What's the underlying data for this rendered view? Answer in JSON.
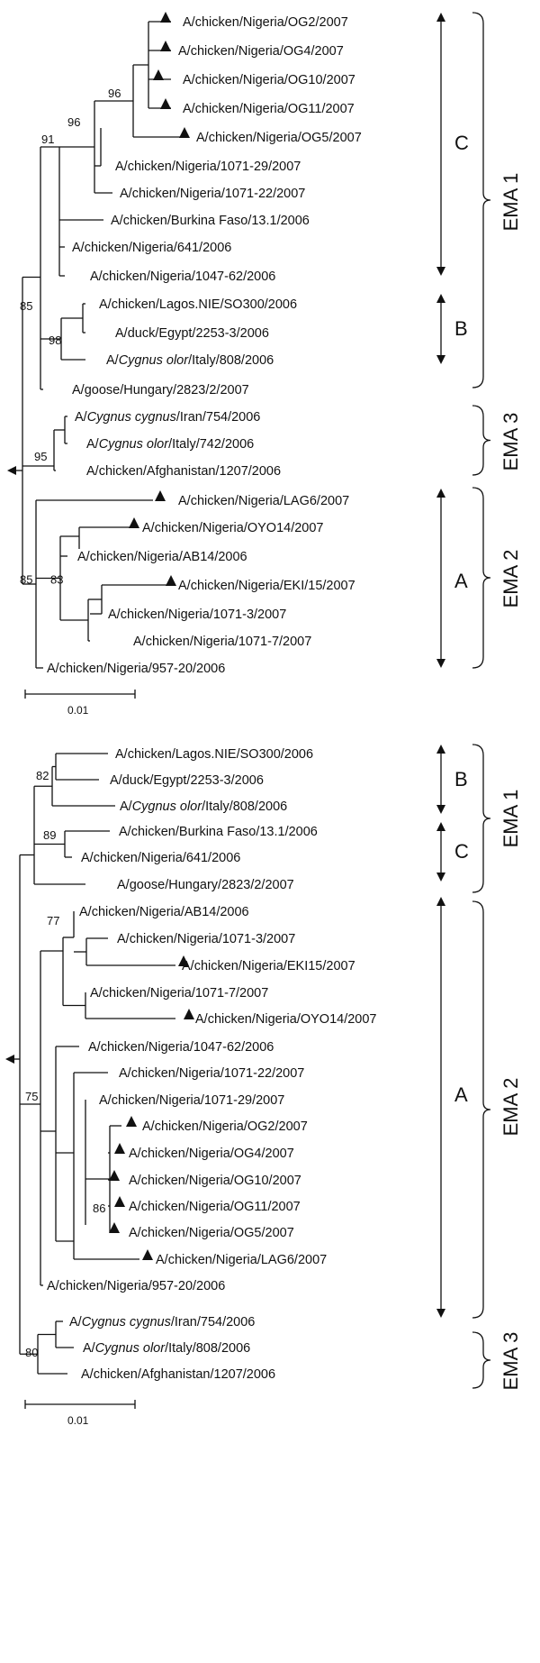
{
  "trees": [
    {
      "id": "top",
      "leaves": [
        {
          "id": "t_og2",
          "marked": true,
          "parts": [
            {
              "t": "A/chicken/Nigeria/OG2/2007"
            }
          ]
        },
        {
          "id": "t_og4",
          "marked": true,
          "parts": [
            {
              "t": "A/chicken/Nigeria/OG4/2007"
            }
          ]
        },
        {
          "id": "t_og10",
          "marked": true,
          "parts": [
            {
              "t": "A/chicken/Nigeria/OG10/2007"
            }
          ]
        },
        {
          "id": "t_og11",
          "marked": true,
          "parts": [
            {
              "t": "A/chicken/Nigeria/OG11/2007"
            }
          ]
        },
        {
          "id": "t_og5",
          "marked": true,
          "parts": [
            {
              "t": "A/chicken/Nigeria/OG5/2007"
            }
          ]
        },
        {
          "id": "t_1071_29",
          "marked": false,
          "parts": [
            {
              "t": "A/chicken/Nigeria/1071-29/2007"
            }
          ]
        },
        {
          "id": "t_1071_22",
          "marked": false,
          "parts": [
            {
              "t": "A/chicken/Nigeria/1071-22/2007"
            }
          ]
        },
        {
          "id": "t_burkina",
          "marked": false,
          "parts": [
            {
              "t": "A/chicken/Burkina Faso/13.1/2006"
            }
          ]
        },
        {
          "id": "t_641",
          "marked": false,
          "parts": [
            {
              "t": "A/chicken/Nigeria/641/2006"
            }
          ]
        },
        {
          "id": "t_1047",
          "marked": false,
          "parts": [
            {
              "t": "A/chicken/Nigeria/1047-62/2006"
            }
          ]
        },
        {
          "id": "t_lagos",
          "marked": false,
          "parts": [
            {
              "t": "A/chicken/Lagos.NIE/SO300/2006"
            }
          ]
        },
        {
          "id": "t_egypt",
          "marked": false,
          "parts": [
            {
              "t": "A/duck/Egypt/2253-3/2006"
            }
          ]
        },
        {
          "id": "t_italy808",
          "marked": false,
          "parts": [
            {
              "t": "A/"
            },
            {
              "t": "Cygnus olor",
              "i": true
            },
            {
              "t": "/Italy/808/2006"
            }
          ]
        },
        {
          "id": "t_hungary",
          "marked": false,
          "parts": [
            {
              "t": "A/goose/Hungary/2823/2/2007"
            }
          ]
        },
        {
          "id": "t_iran",
          "marked": false,
          "parts": [
            {
              "t": "A/"
            },
            {
              "t": "Cygnus cygnus",
              "i": true
            },
            {
              "t": "/Iran/754/2006"
            }
          ]
        },
        {
          "id": "t_italy742",
          "marked": false,
          "parts": [
            {
              "t": "A/"
            },
            {
              "t": "Cygnus olor",
              "i": true
            },
            {
              "t": "/Italy/742/2006"
            }
          ]
        },
        {
          "id": "t_afghan",
          "marked": false,
          "parts": [
            {
              "t": "A/chicken/Afghanistan/1207/2006"
            }
          ]
        },
        {
          "id": "t_lag6",
          "marked": true,
          "parts": [
            {
              "t": "A/chicken/Nigeria/LAG6/2007"
            }
          ]
        },
        {
          "id": "t_oyo14",
          "marked": true,
          "parts": [
            {
              "t": "A/chicken/Nigeria/OYO14/2007"
            }
          ]
        },
        {
          "id": "t_ab14",
          "marked": false,
          "parts": [
            {
              "t": "A/chicken/Nigeria/AB14/2006"
            }
          ]
        },
        {
          "id": "t_eki15",
          "marked": true,
          "parts": [
            {
              "t": "A/chicken/Nigeria/EKI/15/2007"
            }
          ]
        },
        {
          "id": "t_1071_3",
          "marked": false,
          "parts": [
            {
              "t": "A/chicken/Nigeria/1071-3/2007"
            }
          ]
        },
        {
          "id": "t_1071_7",
          "marked": false,
          "parts": [
            {
              "t": "A/chicken/Nigeria/1071-7/2007"
            }
          ]
        },
        {
          "id": "t_957",
          "marked": false,
          "parts": [
            {
              "t": "A/chicken/Nigeria/957-20/2006"
            }
          ]
        }
      ],
      "bootstrap": [
        "96",
        "96",
        "91",
        "85",
        "98",
        "95",
        "85",
        "83"
      ],
      "clades": [
        "C",
        "B",
        "A"
      ],
      "groups": [
        "EMA 1",
        "EMA 3",
        "EMA 2"
      ],
      "scale_label": "0.01"
    },
    {
      "id": "bottom",
      "leaves": [
        {
          "id": "b_lagos",
          "marked": false,
          "parts": [
            {
              "t": "A/chicken/Lagos.NIE/SO300/2006"
            }
          ]
        },
        {
          "id": "b_egypt",
          "marked": false,
          "parts": [
            {
              "t": "A/duck/Egypt/2253-3/2006"
            }
          ]
        },
        {
          "id": "b_italy808",
          "marked": false,
          "parts": [
            {
              "t": "A/"
            },
            {
              "t": "Cygnus olor",
              "i": true
            },
            {
              "t": "/Italy/808/2006"
            }
          ]
        },
        {
          "id": "b_burkina",
          "marked": false,
          "parts": [
            {
              "t": "A/chicken/Burkina Faso/13.1/2006"
            }
          ]
        },
        {
          "id": "b_641",
          "marked": false,
          "parts": [
            {
              "t": "A/chicken/Nigeria/641/2006"
            }
          ]
        },
        {
          "id": "b_hungary",
          "marked": false,
          "parts": [
            {
              "t": "A/goose/Hungary/2823/2/2007"
            }
          ]
        },
        {
          "id": "b_ab14",
          "marked": false,
          "parts": [
            {
              "t": "A/chicken/Nigeria/AB14/2006"
            }
          ]
        },
        {
          "id": "b_1071_3",
          "marked": false,
          "parts": [
            {
              "t": "A/chicken/Nigeria/1071-3/2007"
            }
          ]
        },
        {
          "id": "b_eki15",
          "marked": true,
          "parts": [
            {
              "t": "A/chicken/Nigeria/EKI15/2007"
            }
          ]
        },
        {
          "id": "b_1071_7",
          "marked": false,
          "parts": [
            {
              "t": "A/chicken/Nigeria/1071-7/2007"
            }
          ]
        },
        {
          "id": "b_oyo14",
          "marked": true,
          "parts": [
            {
              "t": "A/chicken/Nigeria/OYO14/2007"
            }
          ]
        },
        {
          "id": "b_1047",
          "marked": false,
          "parts": [
            {
              "t": "A/chicken/Nigeria/1047-62/2006"
            }
          ]
        },
        {
          "id": "b_1071_22",
          "marked": false,
          "parts": [
            {
              "t": "A/chicken/Nigeria/1071-22/2007"
            }
          ]
        },
        {
          "id": "b_1071_29",
          "marked": false,
          "parts": [
            {
              "t": "A/chicken/Nigeria/1071-29/2007"
            }
          ]
        },
        {
          "id": "b_og2",
          "marked": true,
          "parts": [
            {
              "t": "A/chicken/Nigeria/OG2/2007"
            }
          ]
        },
        {
          "id": "b_og4",
          "marked": true,
          "parts": [
            {
              "t": "A/chicken/Nigeria/OG4/2007"
            }
          ]
        },
        {
          "id": "b_og10",
          "marked": true,
          "parts": [
            {
              "t": "A/chicken/Nigeria/OG10/2007"
            }
          ]
        },
        {
          "id": "b_og11",
          "marked": true,
          "parts": [
            {
              "t": "A/chicken/Nigeria/OG11/2007"
            }
          ]
        },
        {
          "id": "b_og5",
          "marked": true,
          "parts": [
            {
              "t": "A/chicken/Nigeria/OG5/2007"
            }
          ]
        },
        {
          "id": "b_lag6",
          "marked": true,
          "parts": [
            {
              "t": "A/chicken/Nigeria/LAG6/2007"
            }
          ]
        },
        {
          "id": "b_957",
          "marked": false,
          "parts": [
            {
              "t": "A/chicken/Nigeria/957-20/2006"
            }
          ]
        },
        {
          "id": "b_iran",
          "marked": false,
          "parts": [
            {
              "t": "A/"
            },
            {
              "t": "Cygnus cygnus",
              "i": true
            },
            {
              "t": "/Iran/754/2006"
            }
          ]
        },
        {
          "id": "b_italy808b",
          "marked": false,
          "parts": [
            {
              "t": "A/"
            },
            {
              "t": "Cygnus olor",
              "i": true
            },
            {
              "t": "/Italy/808/2006"
            }
          ]
        },
        {
          "id": "b_afghan",
          "marked": false,
          "parts": [
            {
              "t": "A/chicken/Afghanistan/1207/2006"
            }
          ]
        }
      ],
      "bootstrap": [
        "82",
        "89",
        "77",
        "86",
        "75",
        "80"
      ],
      "clades": [
        "B",
        "C",
        "A"
      ],
      "groups": [
        "EMA 1",
        "EMA 2",
        "EMA 3"
      ],
      "scale_label": "0.01"
    }
  ]
}
